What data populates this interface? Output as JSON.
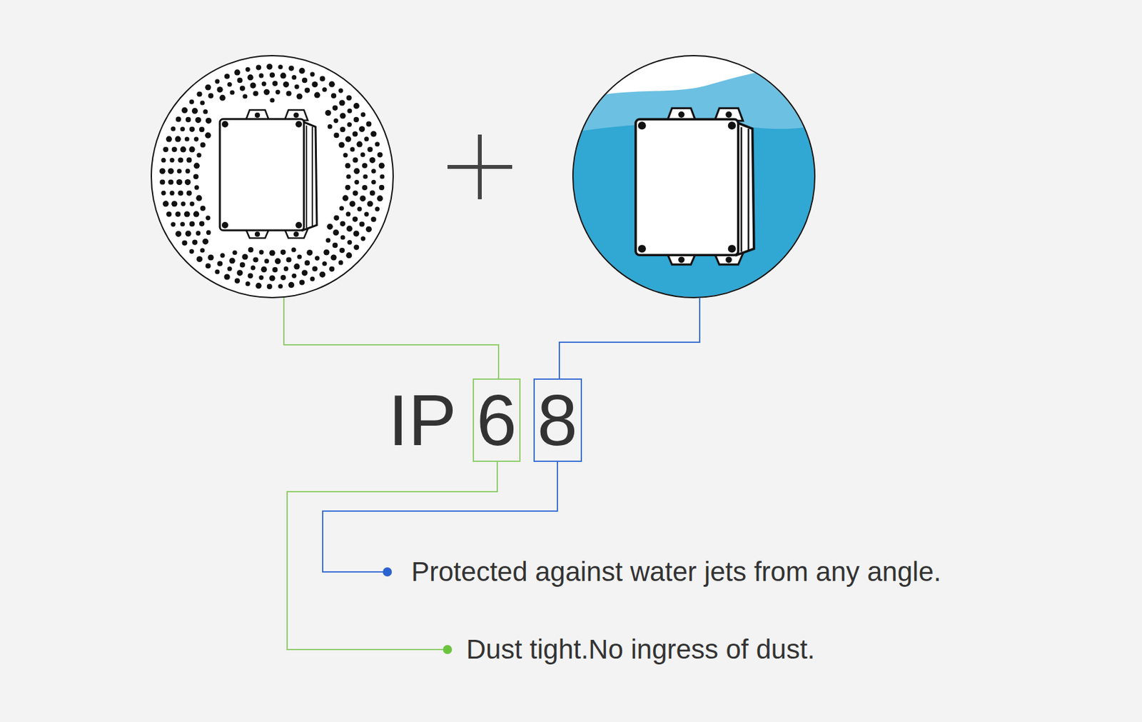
{
  "diagram": {
    "nodes": [
      {
        "text": [
          "6"
        ]
      },
      {
        "text": [
          "8"
        ]
      }
    ],
    "labels": [
      "IP",
      "Protected against water jets from any angle.",
      "Dust tight.No ingress of dust."
    ]
  }
}
